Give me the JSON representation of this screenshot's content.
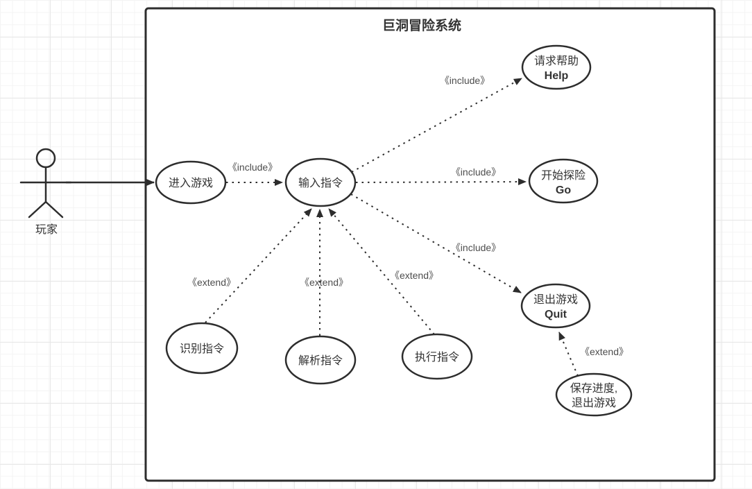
{
  "title": "巨洞冒险系统",
  "actor": {
    "label": "玩家"
  },
  "nodes": {
    "enter_game": {
      "label": "进入游戏"
    },
    "input_command": {
      "label": "输入指令"
    },
    "request_help": {
      "label": "请求帮助",
      "sublabel": "Help"
    },
    "start_explore": {
      "label": "开始探险",
      "sublabel": "Go"
    },
    "quit_game": {
      "label": "退出游戏",
      "sublabel": "Quit"
    },
    "recognize_command": {
      "label": "识别指令"
    },
    "parse_command": {
      "label": "解析指令"
    },
    "execute_command": {
      "label": "执行指令"
    },
    "save_and_quit": {
      "label": "保存进度,",
      "sublabel": "退出游戏"
    }
  },
  "edges": [
    {
      "from": "玩家",
      "to": "进入游戏",
      "type": "association",
      "label": ""
    },
    {
      "from": "进入游戏",
      "to": "输入指令",
      "type": "include",
      "label": "《include》"
    },
    {
      "from": "输入指令",
      "to": "请求帮助 Help",
      "type": "include",
      "label": "《include》"
    },
    {
      "from": "输入指令",
      "to": "开始探险 Go",
      "type": "include",
      "label": "《include》"
    },
    {
      "from": "输入指令",
      "to": "退出游戏 Quit",
      "type": "include",
      "label": "《include》"
    },
    {
      "from": "识别指令",
      "to": "输入指令",
      "type": "extend",
      "label": "《extend》"
    },
    {
      "from": "解析指令",
      "to": "输入指令",
      "type": "extend",
      "label": "《extend》"
    },
    {
      "from": "执行指令",
      "to": "输入指令",
      "type": "extend",
      "label": "《extend》"
    },
    {
      "from": "保存进度,退出游戏",
      "to": "退出游戏 Quit",
      "type": "extend",
      "label": "《extend》"
    }
  ],
  "colors": {
    "stroke": "#2d2d2d",
    "node_text": "#333333",
    "edge_label_text": "#4d4d4d",
    "grid_minor": "#f4f4f4",
    "grid_major": "#e7e7e7",
    "background": "#ffffff"
  }
}
